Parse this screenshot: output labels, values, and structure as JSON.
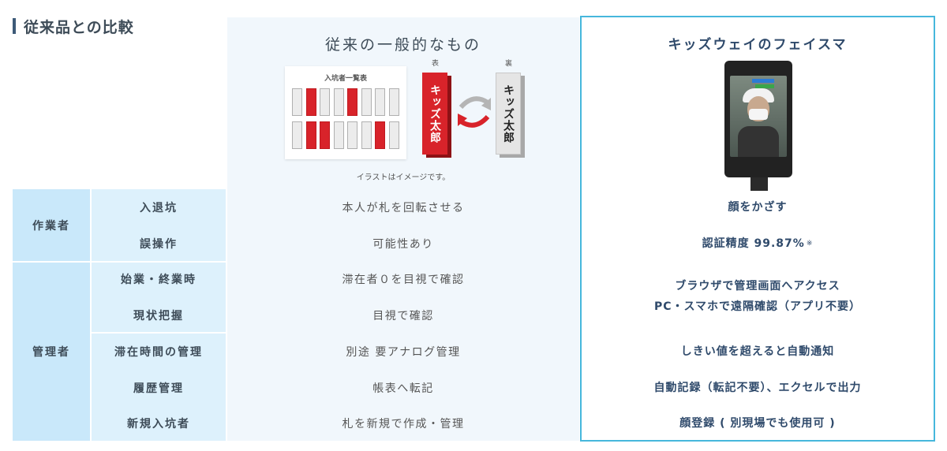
{
  "heading": "従来品との比較",
  "groups": {
    "workers": "作業者",
    "managers": "管理者"
  },
  "items": [
    "入退坑",
    "誤操作",
    "始業・終業時",
    "現状把握",
    "滞在時間の管理",
    "履歴管理",
    "新規入坑者"
  ],
  "conventional": {
    "title": "従来の一般的なもの",
    "ledger_title": "入坑者一覧表",
    "front_label": "表",
    "back_label": "裏",
    "tag_name": "キッズ太郎",
    "caption": "イラストはイメージです。",
    "rows": [
      "本人が札を回転させる",
      "可能性あり",
      "滞在者０を目視で確認",
      "目視で確認",
      "別途 要アナログ管理",
      "帳表へ転記",
      "札を新規で作成・管理"
    ],
    "slot_colors": [
      "#d8232a",
      "#ececec"
    ]
  },
  "kidsway": {
    "title": "キッズウェイのフェイスマ",
    "rows": {
      "entry": "顔をかざす",
      "accuracy": "認証精度 99.87%",
      "accuracy_note": "※",
      "browser_line1": "ブラウザで管理画面へアクセス",
      "browser_line2": "PC・スマホで遠隔確認（アプリ不要）",
      "threshold": "しきい値を超えると自動通知",
      "records": "自動記録（転記不要）、エクセルで出力",
      "register": "顔登録 ( 別現場でも使用可 )"
    },
    "accent_color": "#46b7dc"
  }
}
